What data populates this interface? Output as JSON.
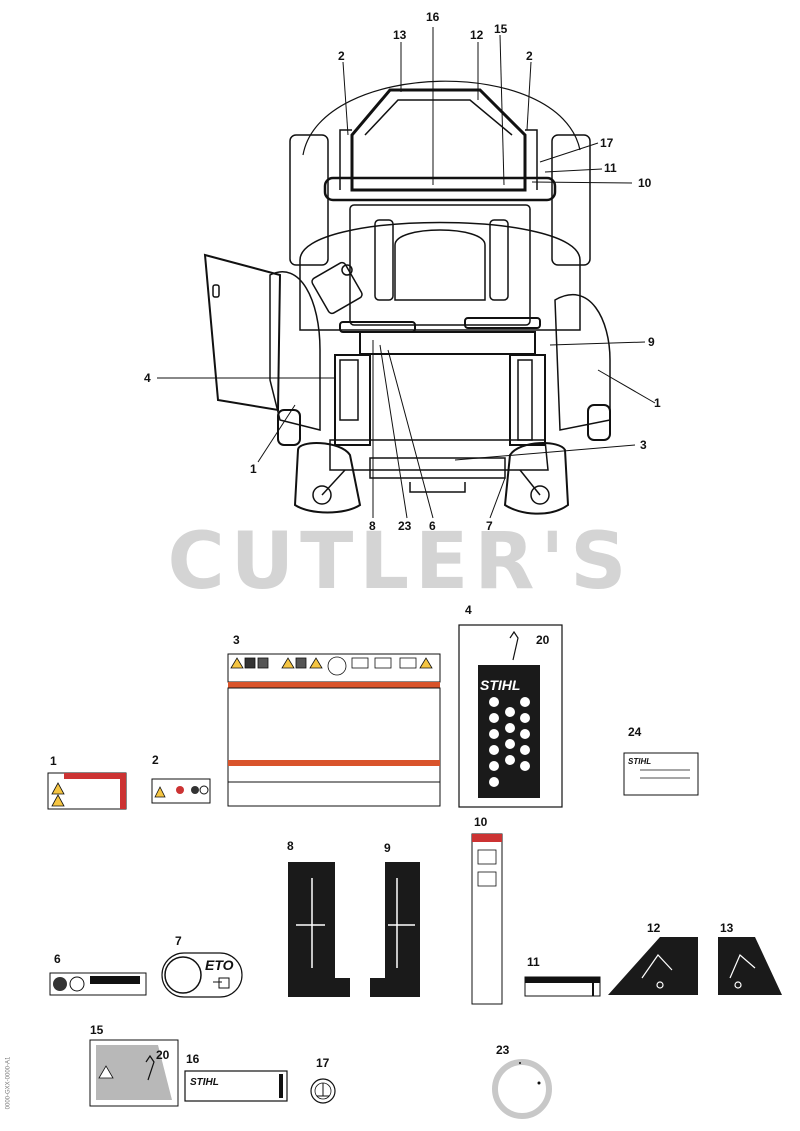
{
  "watermark": "CUTLER'S",
  "side_code": "0000-GXX-0000-A1",
  "logos": {
    "stihl": "STIHL",
    "eto": "ETO"
  },
  "mower_callouts": {
    "c16": "16",
    "c13": "13",
    "c12": "12",
    "c15": "15",
    "c2a": "2",
    "c2b": "2",
    "c17": "17",
    "c11": "11",
    "c10": "10",
    "c9": "9",
    "c4": "4",
    "c1a": "1",
    "c1b": "1",
    "c3": "3",
    "c8": "8",
    "c23": "23",
    "c6": "6",
    "c7": "7"
  },
  "part_labels": {
    "p1": "1",
    "p2": "2",
    "p3": "3",
    "p4": "4",
    "p6": "6",
    "p7": "7",
    "p8": "8",
    "p9": "9",
    "p10": "10",
    "p11": "11",
    "p12": "12",
    "p13": "13",
    "p15": "15",
    "p16": "16",
    "p17": "17",
    "p20a": "20",
    "p20b": "20",
    "p23": "23",
    "p24": "24"
  }
}
